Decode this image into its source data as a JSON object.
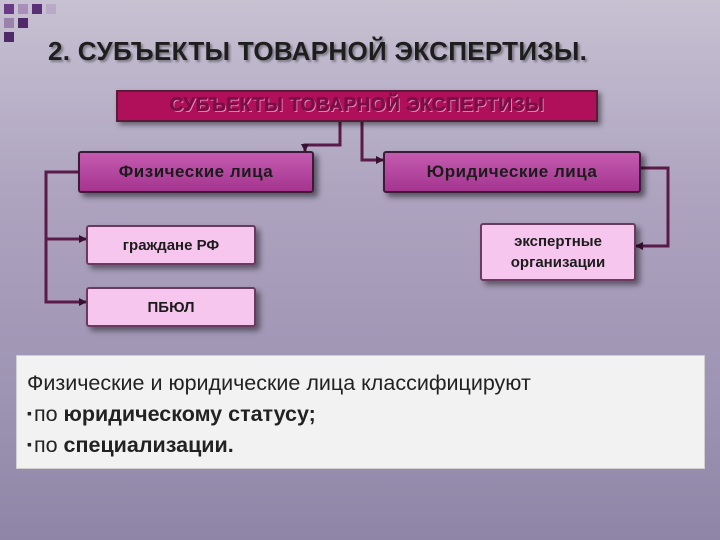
{
  "slide": {
    "title": "2. СУБЪЕКТЫ ТОВАРНОЙ ЭКСПЕРТИЗЫ.",
    "colors": {
      "corner_squares": "#6a3a86",
      "root_fill": "#b0105a",
      "level1_fill": "#b34aa0",
      "level2_fill": "#f7c6ee",
      "connector": "#5a1a4a"
    }
  },
  "diagram": {
    "root": "СУБЪЕКТЫ ТОВАРНОЙ ЭКСПЕРТИЗЫ",
    "left": {
      "label": "Физические лица",
      "children": [
        "граждане РФ",
        "ПБЮЛ"
      ]
    },
    "right": {
      "label": "Юридические лица",
      "children": [
        {
          "line1": "экспертные",
          "line2": "организации"
        }
      ]
    }
  },
  "textbox": {
    "intro": "Физические и юридические лица классифицируют",
    "bullet_symbol": "▪",
    "item1_prefix": "по ",
    "item1_bold": "юридическому статусу;",
    "item2_prefix": "по ",
    "item2_bold": "специализации."
  }
}
